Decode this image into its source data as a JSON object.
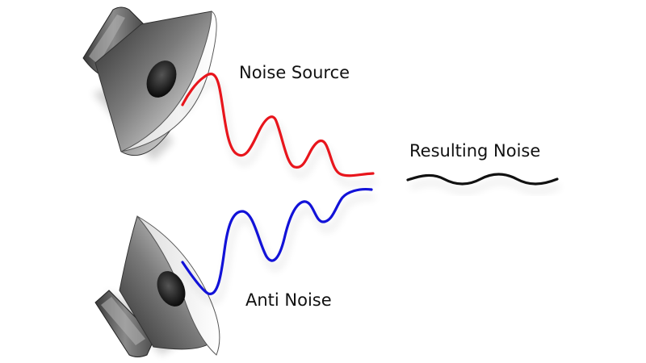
{
  "labels": {
    "noise_source": "Noise Source",
    "resulting_noise": "Resulting Noise",
    "anti_noise": "Anti Noise"
  },
  "colors": {
    "noise_wave": "#e8151c",
    "anti_noise_wave": "#1212d8",
    "resulting_wave": "#111111"
  },
  "icons": {
    "top_speaker": "speaker-icon",
    "bottom_speaker": "speaker-icon"
  }
}
